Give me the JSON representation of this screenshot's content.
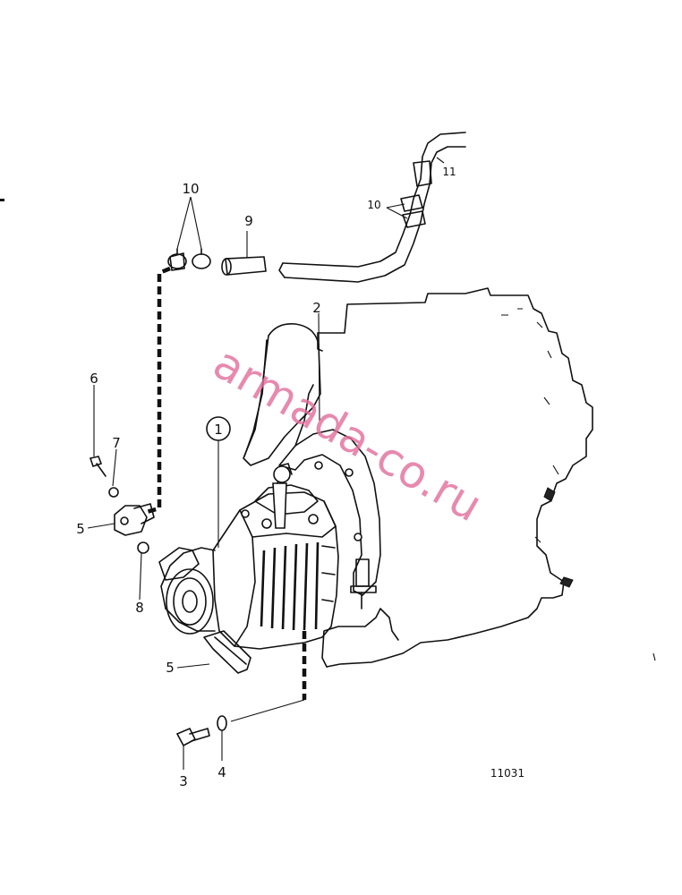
{
  "watermark": "armada-co.ru",
  "figure_number": "11031",
  "colors": {
    "line": "#111111",
    "watermark": "#e3709d",
    "background": "#ffffff"
  },
  "callouts": [
    {
      "id": "c1",
      "label": "1"
    },
    {
      "id": "c2",
      "label": "2"
    },
    {
      "id": "c3",
      "label": "3"
    },
    {
      "id": "c4",
      "label": "4"
    },
    {
      "id": "c5a",
      "label": "5"
    },
    {
      "id": "c5b",
      "label": "5"
    },
    {
      "id": "c6",
      "label": "6"
    },
    {
      "id": "c7",
      "label": "7"
    },
    {
      "id": "c8",
      "label": "8"
    },
    {
      "id": "c9",
      "label": "9"
    },
    {
      "id": "c10a",
      "label": "10"
    },
    {
      "id": "c10b",
      "label": "10"
    },
    {
      "id": "c11",
      "label": "11"
    }
  ]
}
